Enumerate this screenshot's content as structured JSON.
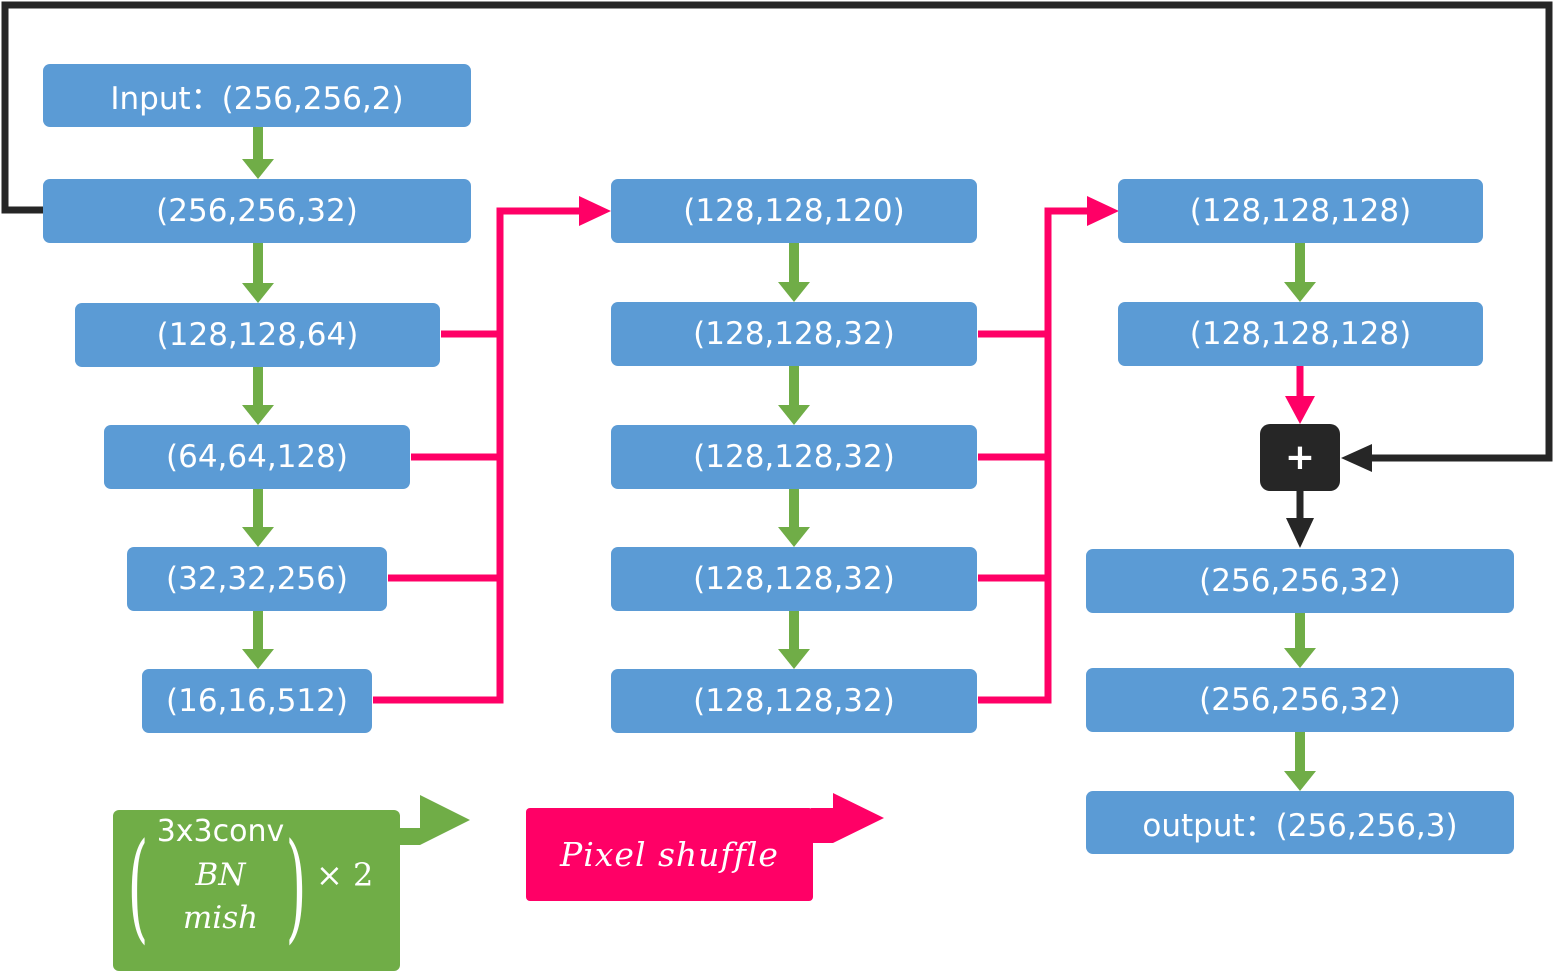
{
  "colors": {
    "box": "#5b9bd5",
    "conv_arrow": "#70ad47",
    "pixel_shuffle": "#ff0066",
    "skip": "#262626"
  },
  "encoder": {
    "input": "Input：(256,256,2)",
    "stage1": "(256,256,32)",
    "stage2": "(128,128,64)",
    "stage3": "(64,64,128)",
    "stage4": "(32,32,256)",
    "stage5": "(16,16,512)"
  },
  "middle": {
    "b1": "(128,128,120)",
    "b2": "(128,128,32)",
    "b3": "(128,128,32)",
    "b4": "(128,128,32)",
    "b5": "(128,128,32)"
  },
  "decoder": {
    "d1": "(128,128,128)",
    "d2": "(128,128,128)",
    "add": "+",
    "d3": "(256,256,32)",
    "d4": "(256,256,32)",
    "output": "output：(256,256,3)"
  },
  "legend": {
    "conv_line1": "3x3conv",
    "conv_line2": "BN",
    "conv_line3": "mish",
    "conv_times": "× 2",
    "pixel_shuffle": "Pixel shuffle"
  }
}
